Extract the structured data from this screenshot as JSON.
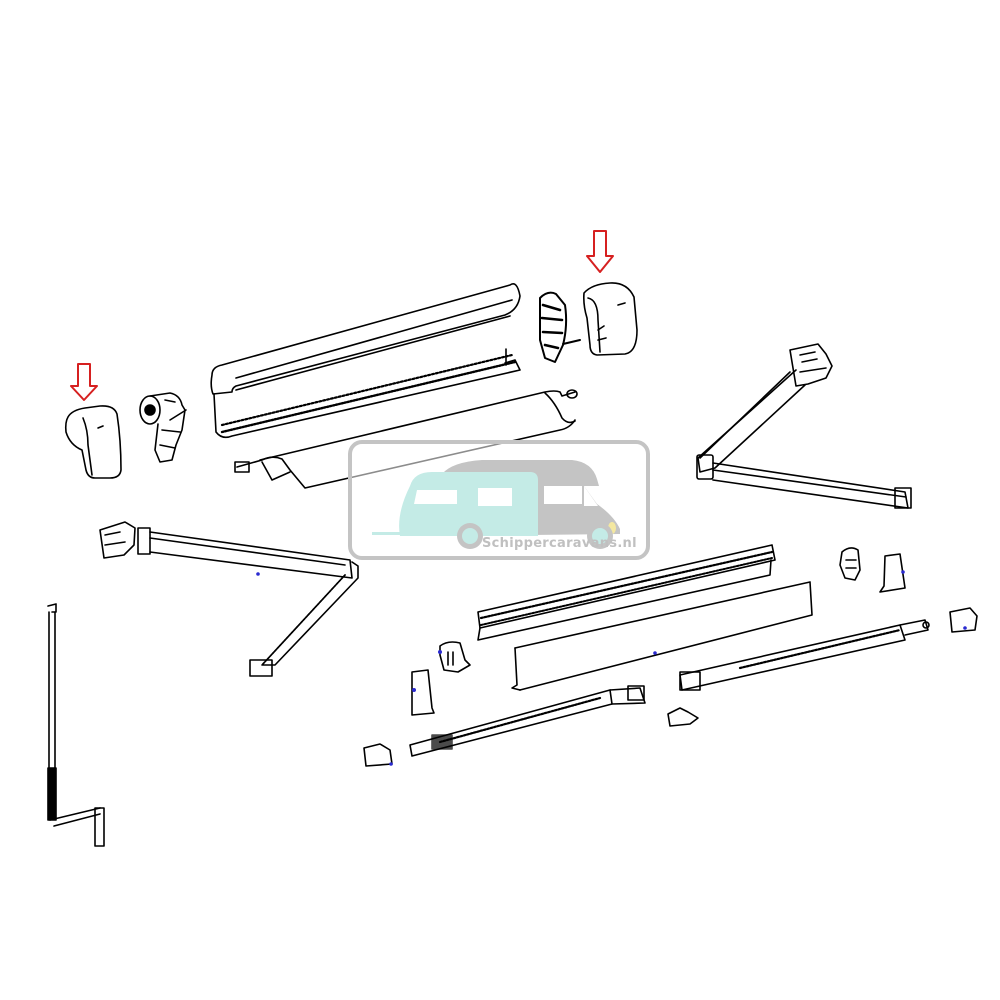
{
  "diagram": {
    "type": "exploded-parts-diagram",
    "subject": "caravan awning assembly",
    "colors": {
      "line": "#000000",
      "background": "#ffffff",
      "arrow": "#d62020",
      "accent_dots": "#2a2ad0"
    },
    "highlighted_parts": [
      {
        "id": "left-end-cap",
        "arrow": "down"
      },
      {
        "id": "right-end-cap",
        "arrow": "down"
      }
    ],
    "parts": [
      "left-end-cap",
      "left-roller-drive",
      "cassette-housing",
      "roller-tube-with-fabric",
      "right-roller-end",
      "right-end-cap",
      "right-folding-arm",
      "left-folding-arm",
      "front-bar-profile",
      "front-cover-profile",
      "left-front-bar-end",
      "left-front-bar-bracket",
      "right-front-bar-end",
      "right-front-bar-bracket",
      "left-telescopic-leg",
      "right-telescopic-leg",
      "left-foot",
      "right-foot",
      "center-foot",
      "crank-handle"
    ]
  },
  "watermark": {
    "text": "Schippercaravans.nl",
    "caravan_color": "#c4ebe6",
    "motorhome_color": "#c4c4c4",
    "border_color": "#c4c4c4",
    "headlight_color": "#f4e8a0"
  }
}
